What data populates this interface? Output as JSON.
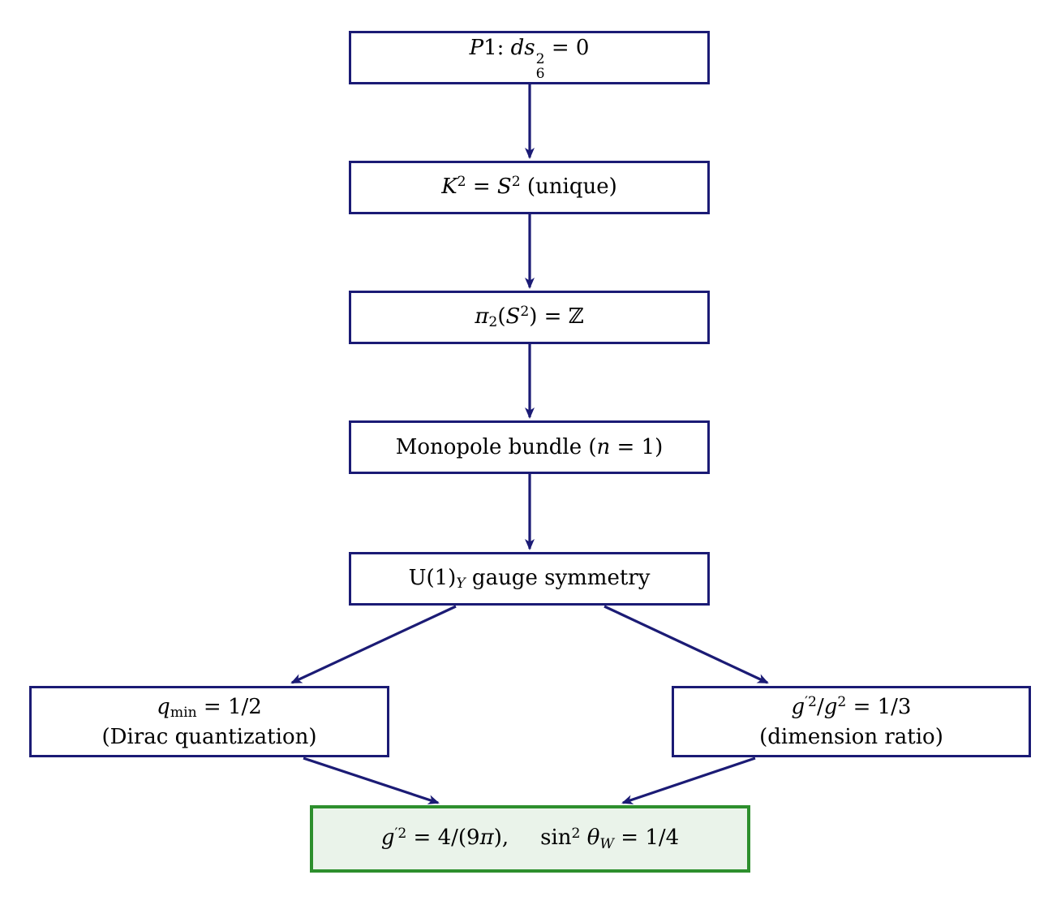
{
  "diagram": {
    "type": "flowchart",
    "colors": {
      "node_border": "#1b1b75",
      "node_fill": "#ffffff",
      "arrow": "#1b1b75",
      "result_border": "#2d8f2d",
      "result_fill": "#eaf3ea",
      "text": "#000000"
    },
    "nodes": {
      "premise": {
        "plain_text": "P1: ds6^2 = 0",
        "segments": [
          {
            "t": "P",
            "s": "i"
          },
          {
            "t": "1:  ",
            "s": "r"
          },
          {
            "t": "ds",
            "s": "i"
          },
          {
            "s": "ss",
            "sup": "2",
            "sub": "6"
          },
          {
            "t": " = 0",
            "s": "r"
          }
        ]
      },
      "kahler": {
        "plain_text": "K^2 = S^2 (unique)",
        "segments": [
          {
            "t": "K",
            "s": "i"
          },
          {
            "t": "2",
            "s": "sup"
          },
          {
            "t": " = ",
            "s": "r"
          },
          {
            "t": "S",
            "s": "i"
          },
          {
            "t": "2",
            "s": "sup"
          },
          {
            "t": " (unique)",
            "s": "r"
          }
        ]
      },
      "homotopy": {
        "plain_text": "π2(S^2) = ℤ",
        "segments": [
          {
            "t": "π",
            "s": "i"
          },
          {
            "t": "2",
            "s": "sub"
          },
          {
            "t": "(",
            "s": "r"
          },
          {
            "t": "S",
            "s": "i"
          },
          {
            "t": "2",
            "s": "sup"
          },
          {
            "t": ") = ℤ",
            "s": "r"
          }
        ]
      },
      "monopole": {
        "plain_text": "Monopole bundle (n = 1)",
        "segments": [
          {
            "t": "Monopole bundle (",
            "s": "r"
          },
          {
            "t": "n",
            "s": "i"
          },
          {
            "t": " = 1)",
            "s": "r"
          }
        ]
      },
      "gauge": {
        "plain_text": "U(1)_Y gauge symmetry",
        "segments": [
          {
            "t": "U(1)",
            "s": "r"
          },
          {
            "t": "Y",
            "s": "subi"
          },
          {
            "t": " gauge symmetry",
            "s": "r"
          }
        ]
      },
      "dirac": {
        "plain_text": "q_min = 1/2 (Dirac quantization)",
        "segments": [
          {
            "t": "q",
            "s": "i"
          },
          {
            "t": "min",
            "s": "sub"
          },
          {
            "t": " = 1/2",
            "s": "r"
          }
        ],
        "caption": "(Dirac quantization)"
      },
      "ratio": {
        "plain_text": "g′2/g2 = 1/3 (dimension ratio)",
        "segments": [
          {
            "t": "g",
            "s": "i"
          },
          {
            "t": "′2",
            "s": "sup"
          },
          {
            "t": "/",
            "s": "r"
          },
          {
            "t": "g",
            "s": "i"
          },
          {
            "t": "2",
            "s": "sup"
          },
          {
            "t": " = 1/3",
            "s": "r"
          }
        ],
        "caption": "(dimension ratio)"
      },
      "result": {
        "plain_text": "g′2 = 4/(9π),  sin^2 θ_W = 1/4",
        "segments": [
          {
            "t": "g",
            "s": "i"
          },
          {
            "t": "′2",
            "s": "sup"
          },
          {
            "t": " = 4/(9",
            "s": "r"
          },
          {
            "t": "π",
            "s": "i"
          },
          {
            "t": "),",
            "s": "r"
          },
          {
            "t": "  ",
            "s": "r"
          },
          {
            "t": "sin",
            "s": "r"
          },
          {
            "t": "2",
            "s": "sup"
          },
          {
            "t": " ",
            "s": "r"
          },
          {
            "t": "θ",
            "s": "i"
          },
          {
            "t": "W",
            "s": "subi"
          },
          {
            "t": " = 1/4",
            "s": "r"
          }
        ]
      }
    },
    "edges": [
      {
        "from": "premise",
        "to": "kahler"
      },
      {
        "from": "kahler",
        "to": "homotopy"
      },
      {
        "from": "homotopy",
        "to": "monopole"
      },
      {
        "from": "monopole",
        "to": "gauge"
      },
      {
        "from": "gauge",
        "to": "dirac"
      },
      {
        "from": "gauge",
        "to": "ratio"
      },
      {
        "from": "dirac",
        "to": "result"
      },
      {
        "from": "ratio",
        "to": "result"
      }
    ]
  }
}
